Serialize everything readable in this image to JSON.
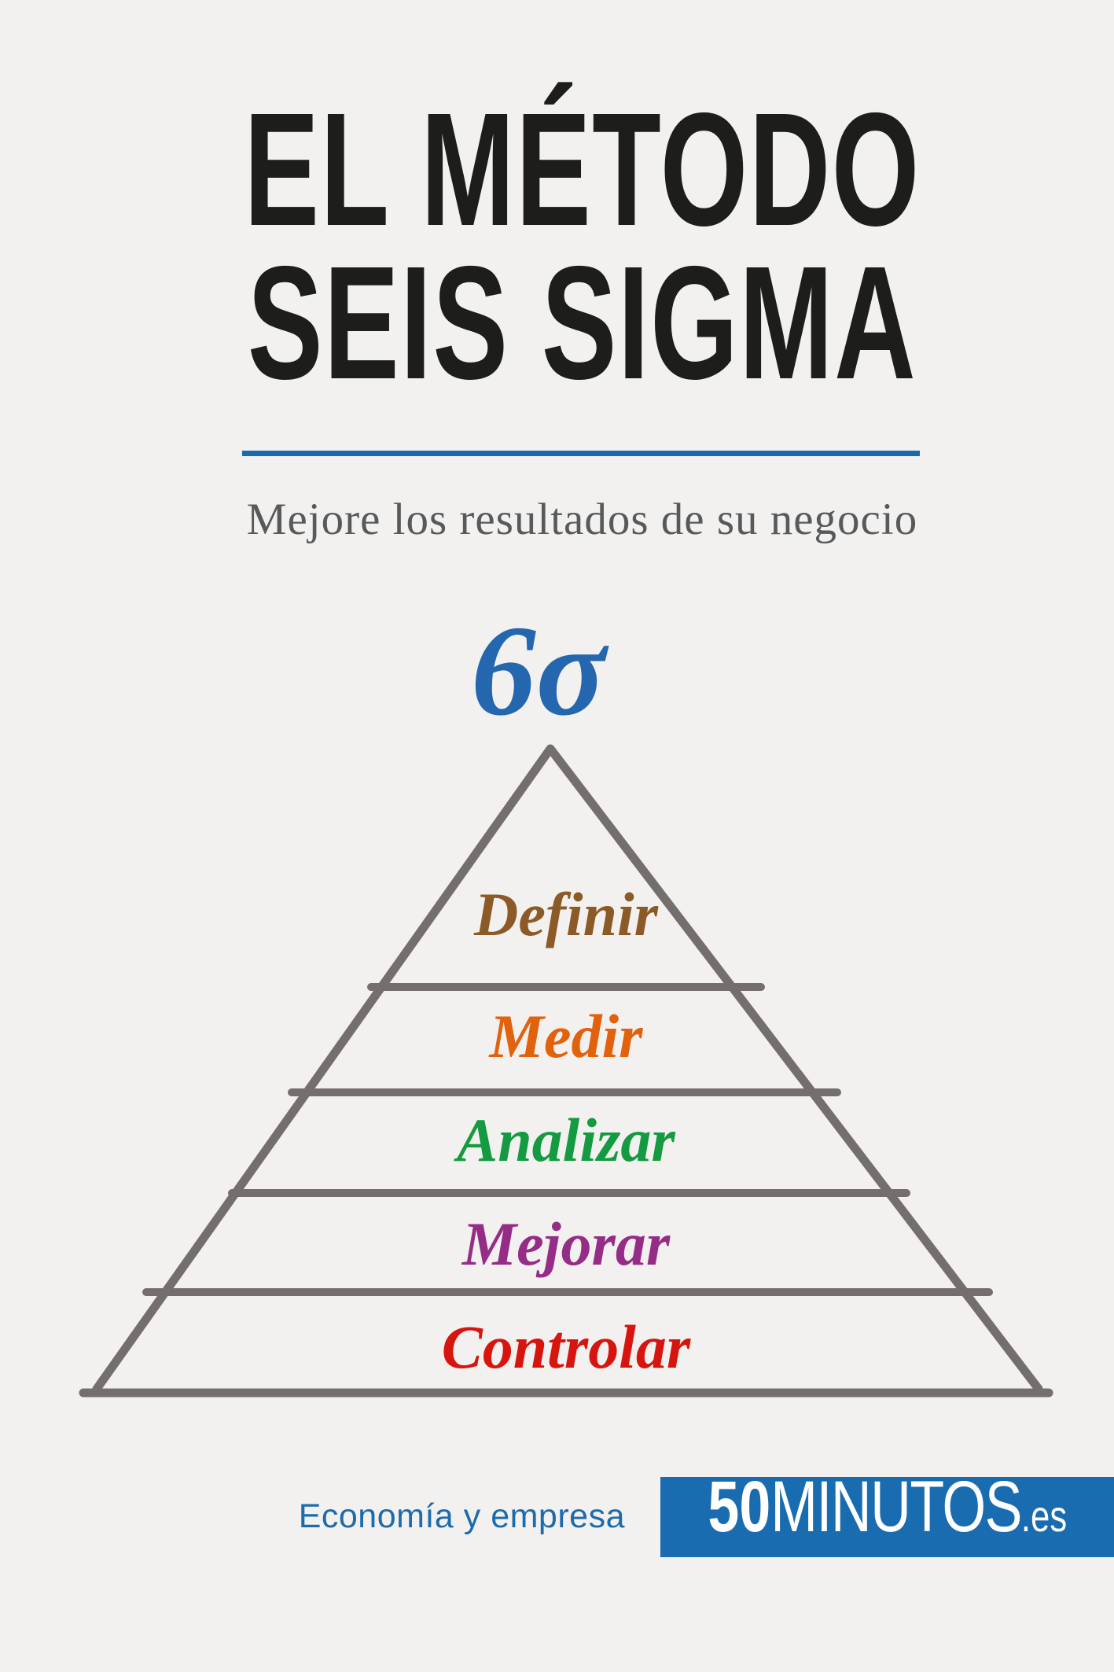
{
  "page": {
    "background": "#f2f1ef"
  },
  "header": {
    "title_line1": "EL MÉTODO",
    "title_line2": "SEIS SIGMA",
    "title_color": "#1d1d1b",
    "divider_color": "#1b6aad",
    "subtitle": "Mejore los resultados de su negocio",
    "subtitle_color": "#58595b"
  },
  "sigma": {
    "symbol": "6σ",
    "color": "#2567ae"
  },
  "pyramid": {
    "outline_color": "#746e6d",
    "levels": [
      {
        "label": "Definir",
        "color": "#8c5a26"
      },
      {
        "label": "Medir",
        "color": "#e2610d"
      },
      {
        "label": "Analizar",
        "color": "#149a40"
      },
      {
        "label": "Mejorar",
        "color": "#952d86"
      },
      {
        "label": "Controlar",
        "color": "#d6150f"
      }
    ]
  },
  "footer": {
    "category": "Economía y empresa",
    "category_color": "#1c6bad",
    "logo_bold": "50",
    "logo_name": "MINUTOS",
    "logo_suffix": ".es",
    "logo_bg": "#1a6cb0",
    "logo_text_color": "#ffffff"
  }
}
